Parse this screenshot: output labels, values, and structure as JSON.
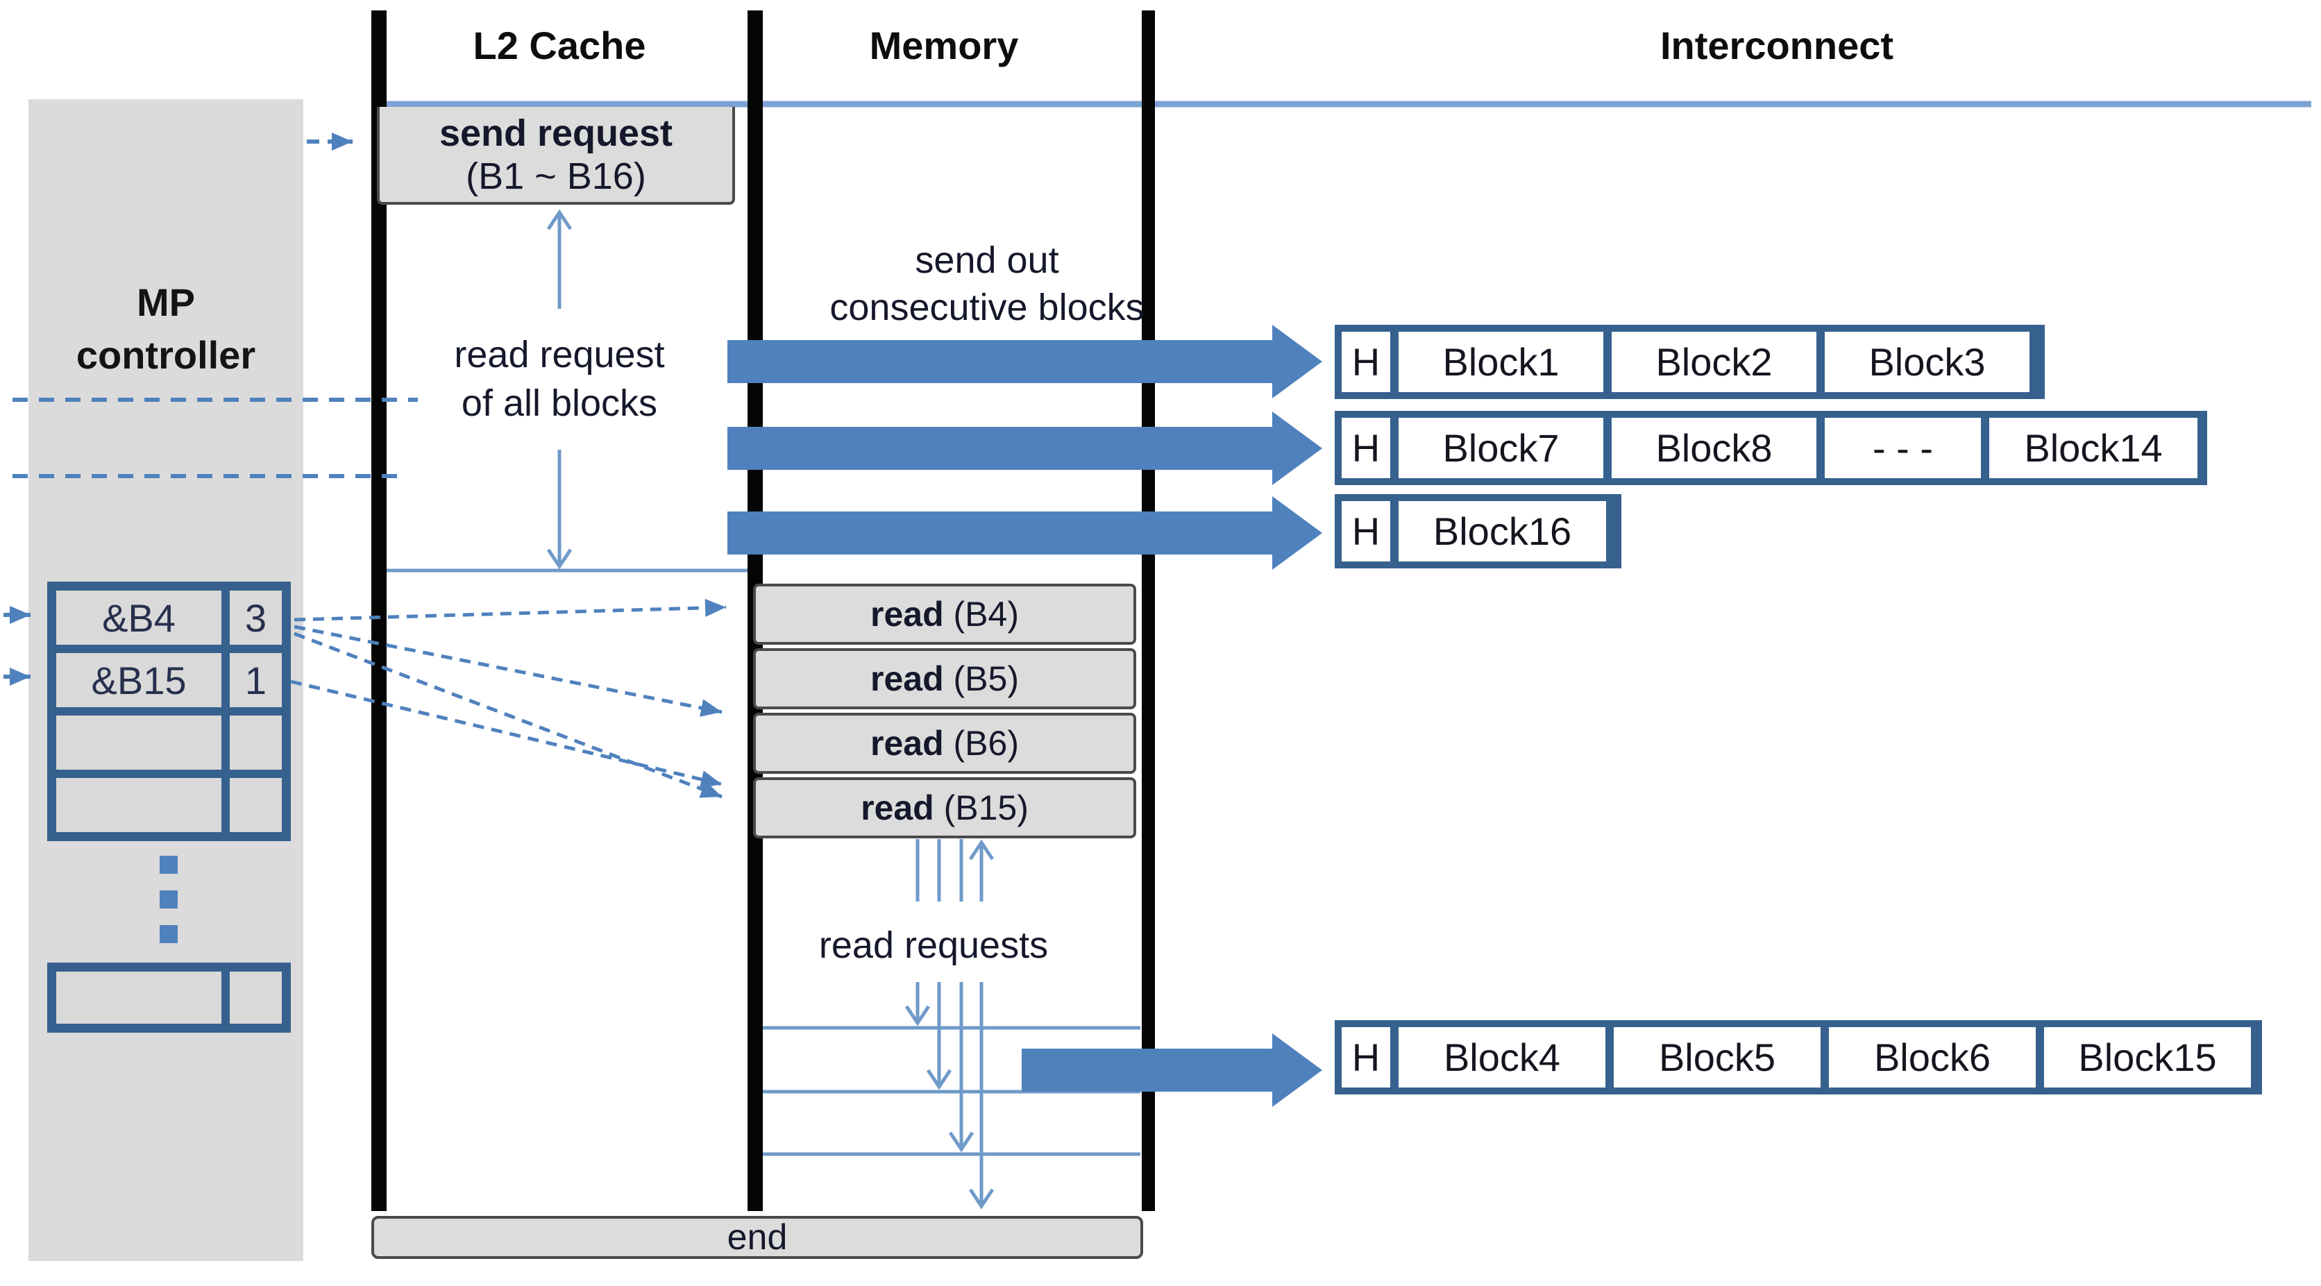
{
  "headers": {
    "l2": "L2 Cache",
    "memory": "Memory",
    "interconnect": "Interconnect"
  },
  "mp_controller": {
    "line1": "MP",
    "line2": "controller"
  },
  "send_request_box": {
    "title": "send request",
    "range": "(B1 ~ B16)"
  },
  "annotations": {
    "read_request_line1": "read request",
    "read_request_line2": "of all blocks",
    "send_out_line1": "send out",
    "send_out_line2": "consecutive blocks",
    "read_requests": "read requests"
  },
  "mp_table": {
    "rows": [
      {
        "addr": "&B4",
        "count": "3"
      },
      {
        "addr": "&B15",
        "count": "1"
      },
      {
        "addr": "",
        "count": ""
      },
      {
        "addr": "",
        "count": ""
      }
    ],
    "extra_row": {
      "addr": "",
      "count": ""
    }
  },
  "memory_read_boxes": [
    {
      "op": "read",
      "arg": " (B4)"
    },
    {
      "op": "read",
      "arg": " (B5)"
    },
    {
      "op": "read",
      "arg": " (B6)"
    },
    {
      "op": "read",
      "arg": " (B15)"
    }
  ],
  "interconnect_packets": [
    {
      "cells": [
        "H",
        "Block1",
        "Block2",
        "Block3"
      ]
    },
    {
      "cells": [
        "H",
        "Block7",
        "Block8",
        "- - -",
        "Block14"
      ]
    },
    {
      "cells": [
        "H",
        "Block16"
      ]
    },
    {
      "cells": [
        "H",
        "Block4",
        "Block5",
        "Block6",
        "Block15"
      ]
    }
  ],
  "end_label": "end",
  "colors": {
    "accent_blue": "#4f81bd",
    "dark_blue": "#36618e",
    "light_blue_line": "#7da3d4",
    "thin_arrow_blue": "#6f9ac9",
    "box_gray": "#dcdcdc",
    "mp_gray": "#dbdbdb",
    "bar_black": "#050505"
  }
}
